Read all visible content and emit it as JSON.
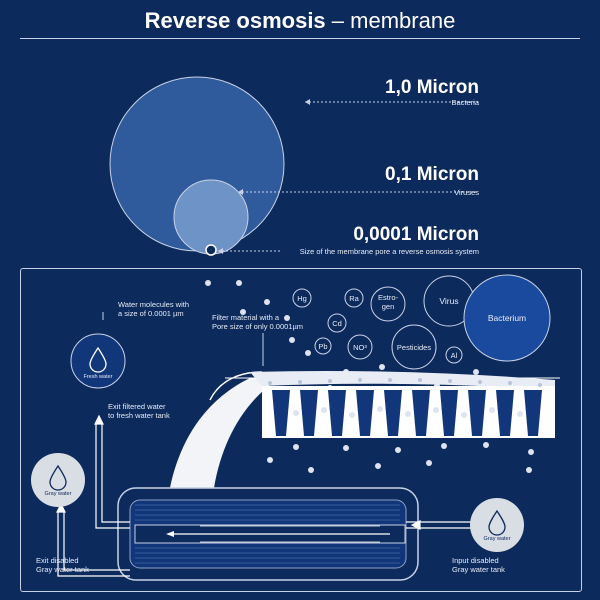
{
  "title": {
    "bold": "Reverse osmosis",
    "dash": "–",
    "thin": "membrane"
  },
  "sizes": [
    {
      "value": "1,0 Micron",
      "desc": "Bacteria"
    },
    {
      "value": "0,1 Micron",
      "desc": "Viruses"
    },
    {
      "value": "0,0001 Micron",
      "desc": "Size of the membrane pore a reverse osmosis system"
    }
  ],
  "labels": {
    "water_molecules": [
      "Water molecules with",
      "a size of 0.0001 µm"
    ],
    "filter_material": [
      "Filter material with a",
      "Pore size of only 0.0001µm"
    ],
    "exit_filtered": [
      "Exit filtered water",
      "to fresh water tank"
    ],
    "exit_disabled": [
      "Exit disabled",
      "Gray water tank"
    ],
    "input_disabled": [
      "Input disabled",
      "Gray water tank"
    ],
    "fresh_water": "Fresh water",
    "gray_water": "Gray water"
  },
  "particles": {
    "hg": "Hg",
    "ra": "Ra",
    "estrogen": [
      "Estro-",
      "gen"
    ],
    "cd": "Cd",
    "virus": "Virus",
    "bacterium": "Bacterium",
    "pb": "Pb",
    "no": "NO³",
    "pesticides": "Pesticides",
    "al": "Al"
  },
  "colors": {
    "background": "#0d2a5c",
    "accent": "#1a4a9e",
    "light": "#ffffff"
  },
  "icons": [
    "water-drop-icon"
  ]
}
